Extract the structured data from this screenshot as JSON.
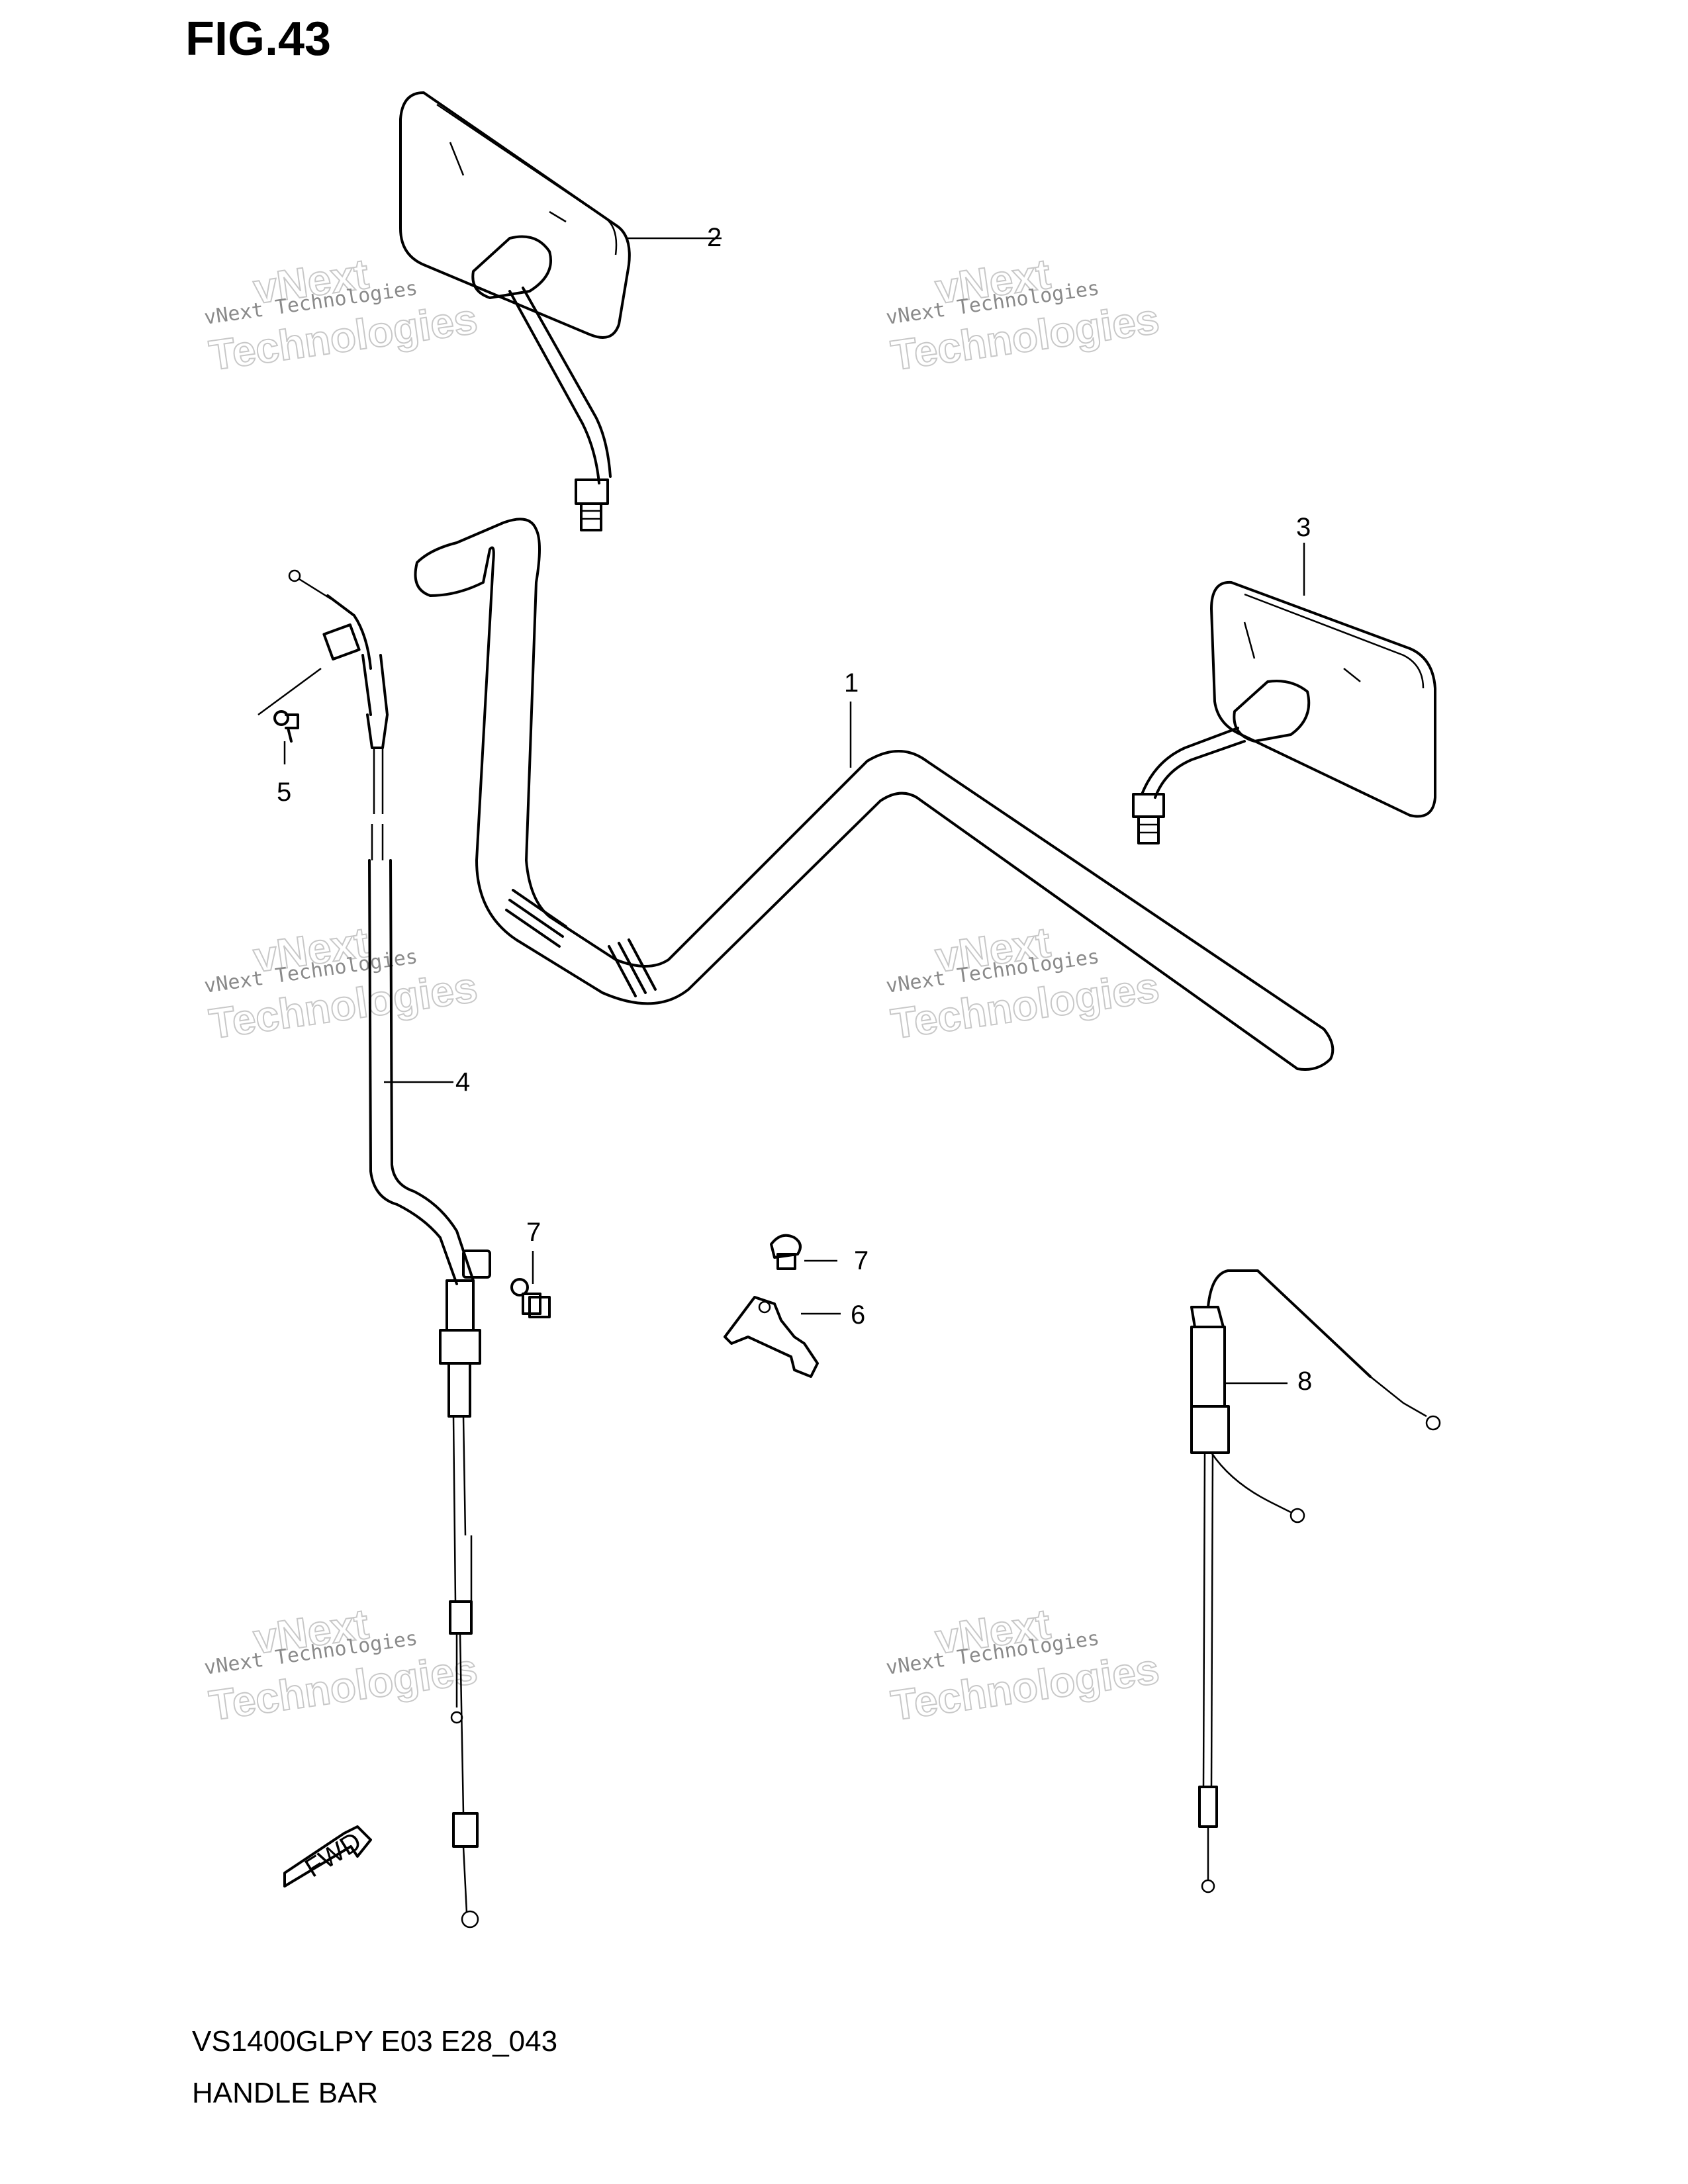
{
  "figure": {
    "title": "FIG.43",
    "model_code": "VS1400GLPY E03 E28_043",
    "section_name": "HANDLE BAR"
  },
  "callouts": [
    "1",
    "2",
    "3",
    "4",
    "5",
    "6",
    "7",
    "7",
    "8"
  ],
  "direction_arrow": "FWD",
  "watermark": {
    "line1": "vNext Technologies",
    "line2": "vNext",
    "line3": "Technologies"
  }
}
